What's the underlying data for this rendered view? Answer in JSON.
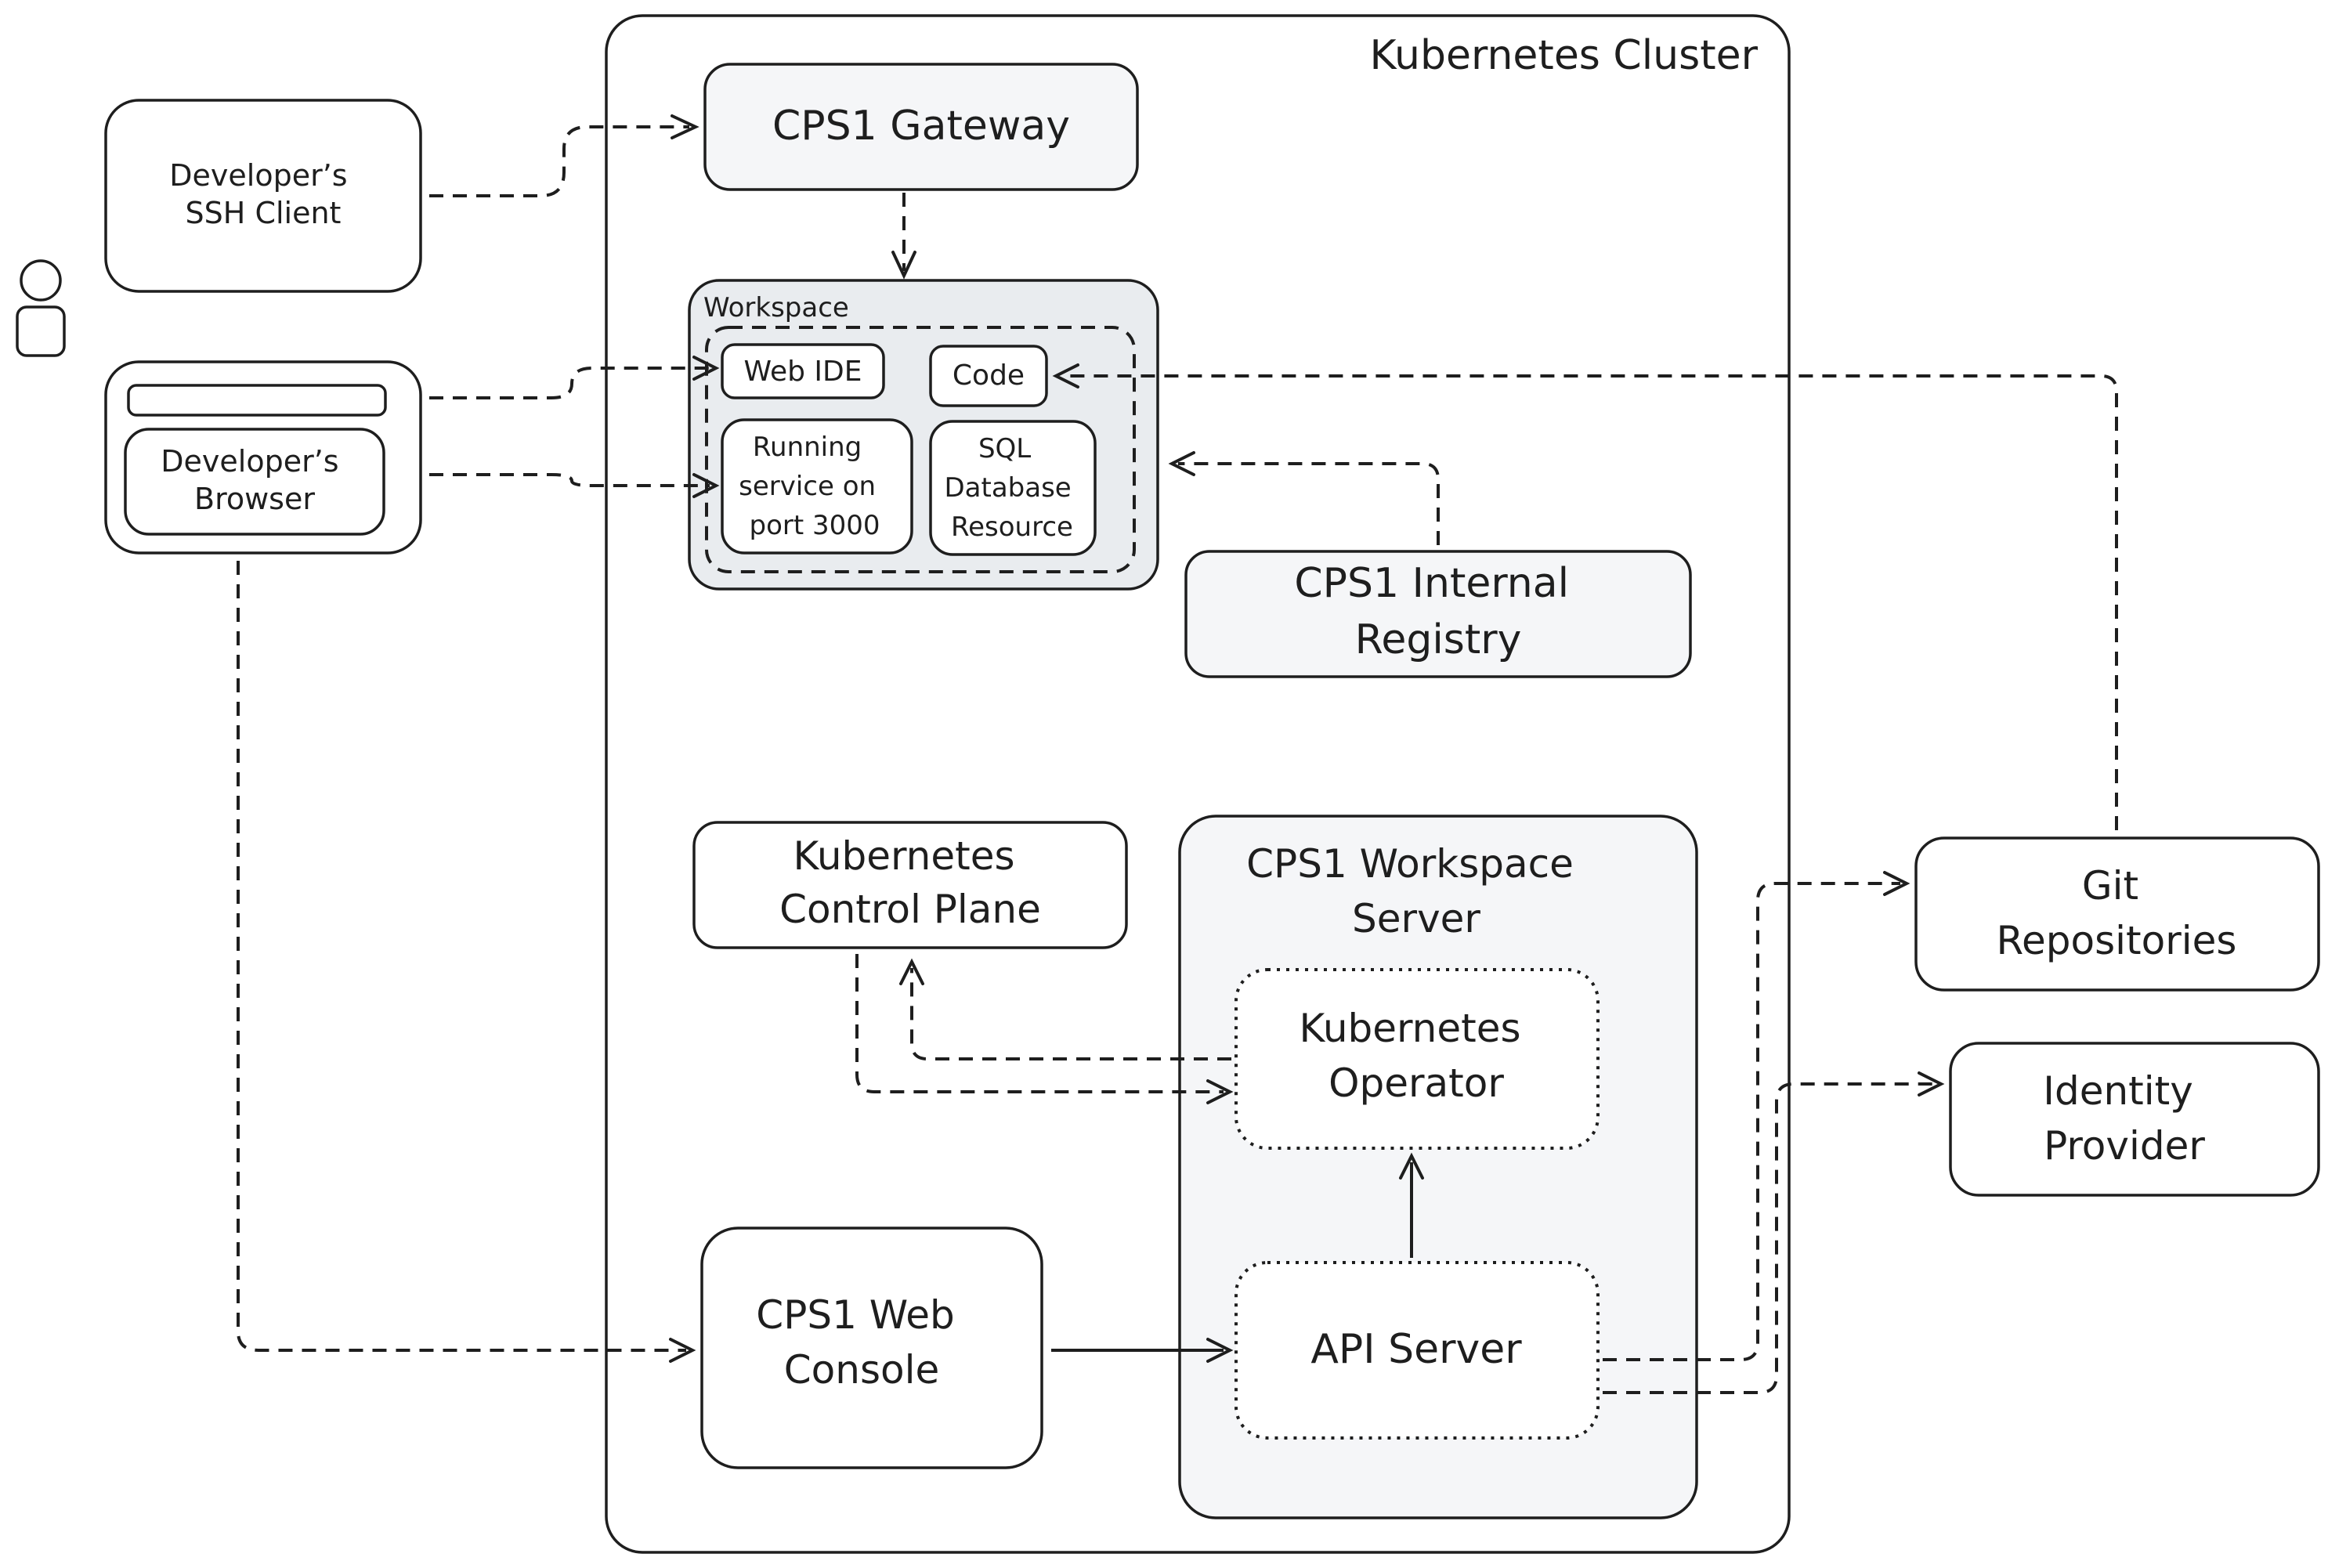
{
  "cluster": {
    "title": "Kubernetes Cluster"
  },
  "ssh_client": {
    "label": [
      "Developer’s",
      "SSH Client"
    ]
  },
  "browser": {
    "label": [
      "Developer’s",
      "Browser"
    ]
  },
  "gateway": {
    "label": "CPS1 Gateway"
  },
  "workspace": {
    "title": "Workspace",
    "web_ide": "Web IDE",
    "code": "Code",
    "running_service": [
      "Running",
      "service on",
      "port 3000"
    ],
    "sql_database": [
      "SQL",
      "Database",
      "Resource"
    ]
  },
  "registry": {
    "label": [
      "CPS1 Internal",
      "Registry"
    ]
  },
  "control_plane": {
    "label": [
      "Kubernetes",
      "Control Plane"
    ]
  },
  "workspace_server": {
    "title": [
      "CPS1 Workspace",
      "Server"
    ]
  },
  "operator": {
    "label": [
      "Kubernetes",
      "Operator"
    ]
  },
  "api_server": {
    "label": "API Server"
  },
  "web_console": {
    "label": [
      "CPS1 Web",
      "Console"
    ]
  },
  "git": {
    "label": [
      "Git",
      "Repositories"
    ]
  },
  "idp": {
    "label": [
      "Identity",
      "Provider"
    ]
  },
  "colors": {
    "stroke": "#1e1e1e",
    "panel_fill": "#f5f6f8",
    "workspace_fill": "#e9ecef",
    "background": "#ffffff"
  }
}
